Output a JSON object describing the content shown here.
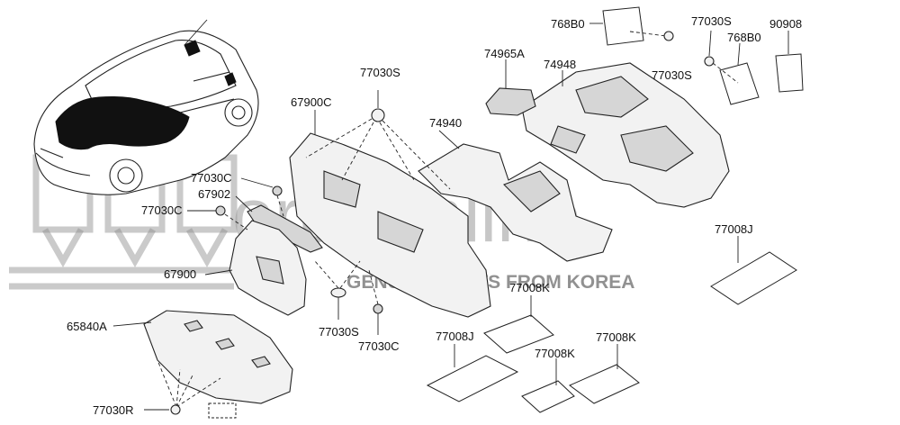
{
  "watermark": {
    "brand": "ordi.online",
    "tagline": "GENUINE PARTS FROM KOREA"
  },
  "labels": {
    "p768B0_top": "768B0",
    "p77030S_top": "77030S",
    "p90908": "90908",
    "p768B0_right": "768B0",
    "p77030S_right": "77030S",
    "p74965A": "74965A",
    "p74948": "74948",
    "p77030S_mid": "77030S",
    "p67900C": "67900C",
    "p74940": "74940",
    "p77030C_a": "77030C",
    "p67902": "67902",
    "p77030C_b": "77030C",
    "p67900": "67900",
    "p77008J_right": "77008J",
    "p77008K_mid": "77008K",
    "p65840A": "65840A",
    "p77008J_low": "77008J",
    "p77030S_low": "77030S",
    "p77030C_low": "77030C",
    "p77008K_low": "77008K",
    "p77008K_right": "77008K",
    "p77030R": "77030R"
  }
}
